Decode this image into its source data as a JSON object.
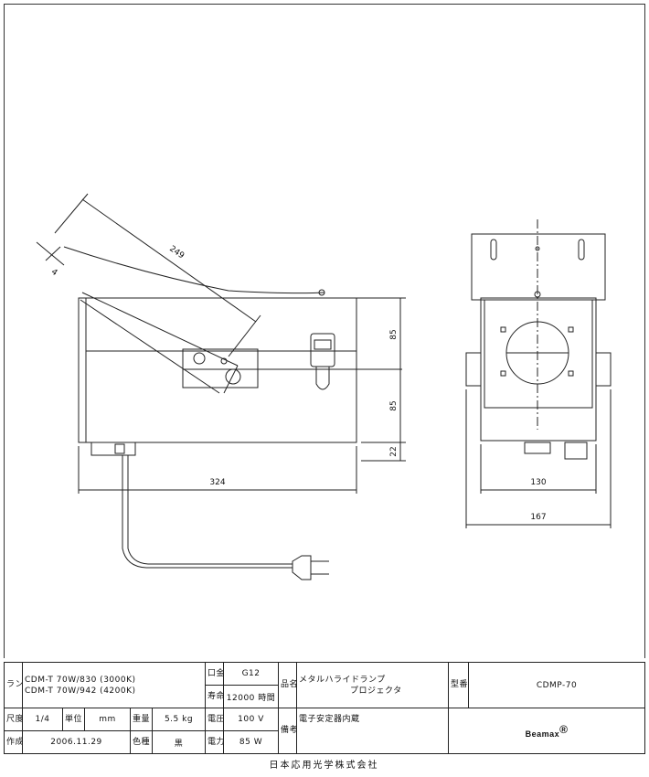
{
  "dimensions": {
    "length_324": "324",
    "height_85_top": "85",
    "height_85_bottom": "85",
    "height_22": "22",
    "diag_249": "249",
    "diag_4": "4",
    "width_130": "130",
    "width_167": "167"
  },
  "title_block": {
    "lamp_label": "ランプ",
    "lamp_1": "CDM-T 70W/830 (3000K)",
    "lamp_2": "CDM-T 70W/942 (4200K)",
    "base_label": "口金",
    "base_value": "G12",
    "life_label": "寿命",
    "life_value": "12000 時間",
    "product_label": "品名",
    "product_name_1": "メタルハライドランプ",
    "product_name_2": "プロジェクタ",
    "model_label": "型番",
    "model_value": "CDMP-70",
    "scale_label": "尺度",
    "scale_value": "1/4",
    "unit_label": "単位",
    "unit_value": "mm",
    "weight_label": "重量",
    "weight_value": "5.5 kg",
    "voltage_label": "電圧",
    "voltage_value": "100 V",
    "remarks_label": "備考",
    "remarks_value": "電子安定器内蔵",
    "date_label": "作成",
    "date_value": "2006.11.29",
    "color_label": "色種",
    "color_value": "黒",
    "power_label": "電力",
    "power_value": "85 W",
    "logo_text": "Beamax",
    "company_name": "日本応用光学株式会社"
  }
}
